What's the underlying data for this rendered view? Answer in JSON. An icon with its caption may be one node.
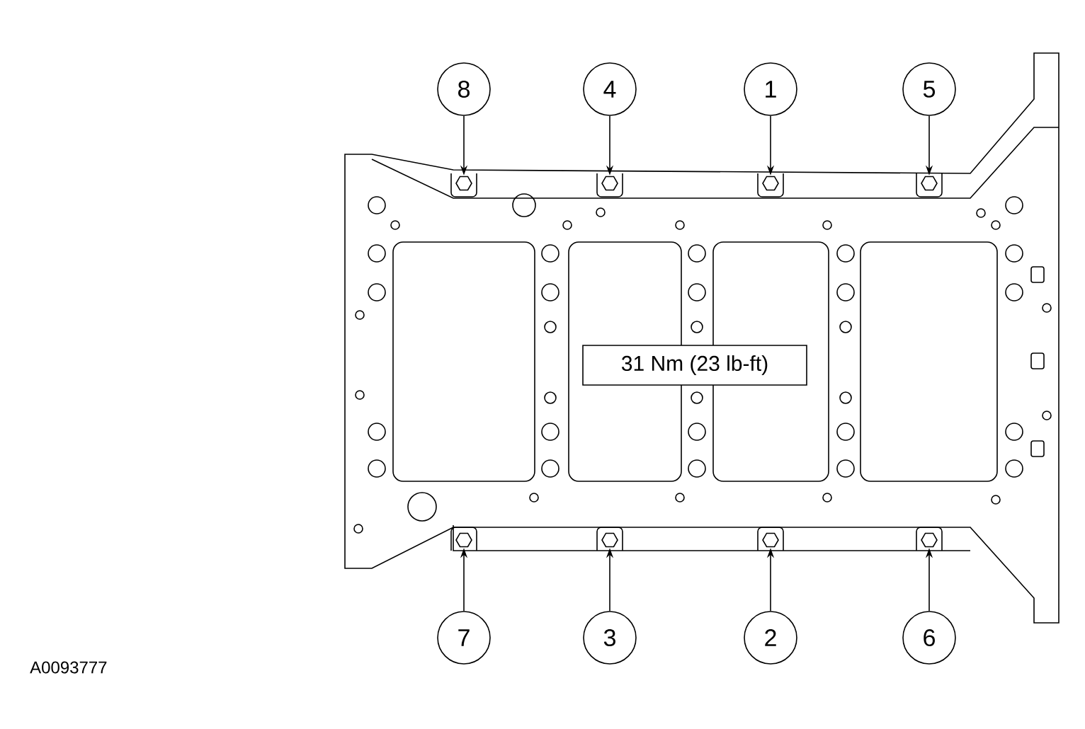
{
  "diagram": {
    "nodes": [
      {
        "text": [
          "8"
        ]
      },
      {
        "text": [
          "4"
        ]
      },
      {
        "text": [
          "1"
        ]
      },
      {
        "text": [
          "5"
        ]
      },
      {
        "text": [],
        "shape": "hexagon"
      },
      {
        "text": [],
        "shape": "hexagon"
      },
      {
        "text": [],
        "shape": "hexagon"
      },
      {
        "text": [],
        "shape": "hexagon"
      },
      {
        "text": [
          "31 Nm (23 lb-ft)"
        ]
      },
      {
        "text": [],
        "shape": "hexagon"
      },
      {
        "text": [],
        "shape": "hexagon"
      },
      {
        "text": [],
        "shape": "hexagon"
      },
      {
        "text": [],
        "shape": "hexagon"
      },
      {
        "text": [
          "7"
        ]
      },
      {
        "text": [
          "3"
        ]
      },
      {
        "text": [
          "2"
        ]
      },
      {
        "text": [
          "6"
        ]
      }
    ],
    "edges": [
      {
        "from": 0,
        "to": 4,
        "arrow": "to"
      },
      {
        "from": 1,
        "to": 5,
        "arrow": "to"
      },
      {
        "from": 2,
        "to": 6,
        "arrow": "to"
      },
      {
        "from": 3,
        "to": 7,
        "arrow": "to"
      },
      {
        "from": 13,
        "to": 9,
        "arrow": "to"
      },
      {
        "from": 14,
        "to": 10,
        "arrow": "to"
      },
      {
        "from": 15,
        "to": 11,
        "arrow": "to"
      },
      {
        "from": 16,
        "to": 12,
        "arrow": "to"
      }
    ],
    "labels": [
      "A0093777"
    ]
  }
}
